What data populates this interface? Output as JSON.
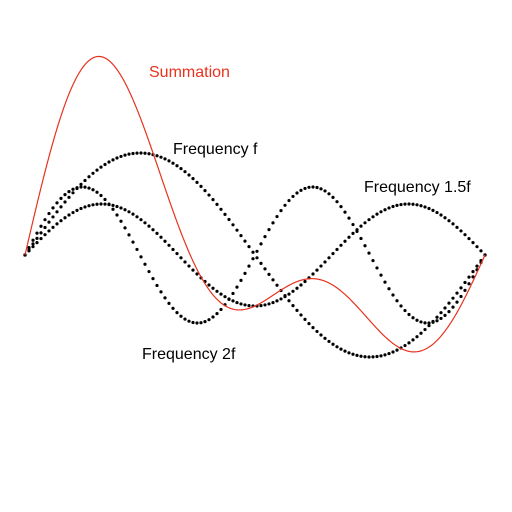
{
  "labels": {
    "summation": "Summation",
    "frequency_f": "Frequency f",
    "frequency_1_5f": "Frequency 1.5f",
    "frequency_2f": "Frequency 2f"
  },
  "colors": {
    "summation": "#e8321e",
    "component": "#000000",
    "background": "#ffffff"
  },
  "chart_data": {
    "type": "line",
    "series": [
      {
        "name": "Frequency f",
        "frequency": 1,
        "style": "dotted",
        "color": "#000000"
      },
      {
        "name": "Frequency 1.5f",
        "frequency": 1.5,
        "style": "dotted",
        "color": "#000000"
      },
      {
        "name": "Frequency 2f",
        "frequency": 2,
        "style": "dotted",
        "color": "#000000"
      },
      {
        "name": "Summation",
        "style": "solid",
        "color": "#e8321e"
      }
    ]
  }
}
